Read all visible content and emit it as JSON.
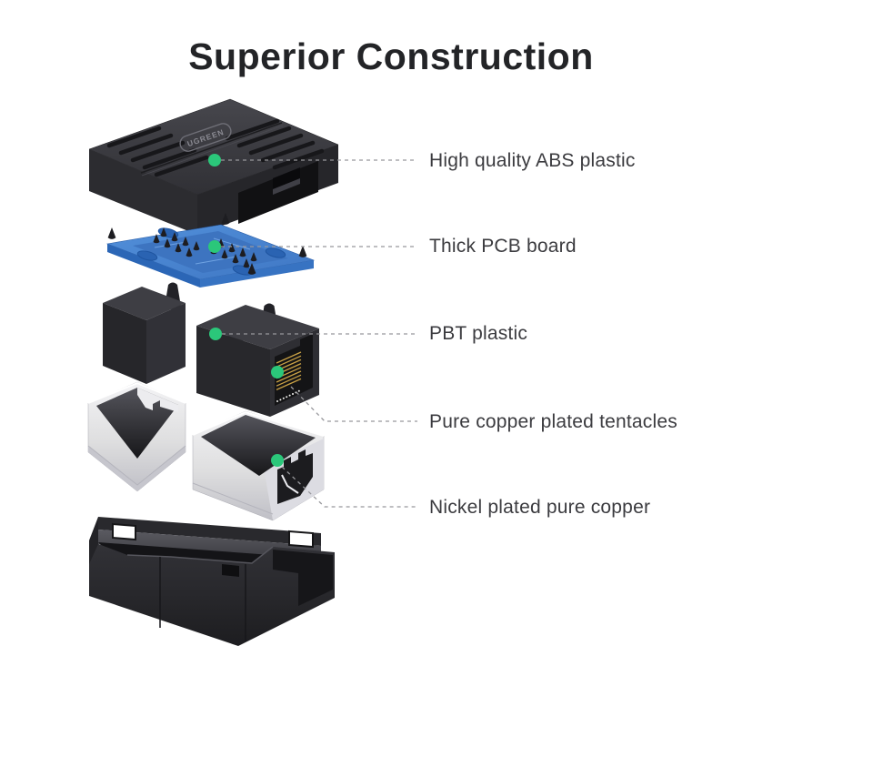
{
  "title": "Superior Construction",
  "product": {
    "logo_text": "UGREEN"
  },
  "callouts": [
    {
      "label": "High quality ABS plastic"
    },
    {
      "label": "Thick PCB board"
    },
    {
      "label": "PBT plastic"
    },
    {
      "label": "Pure copper plated tentacles"
    },
    {
      "label": "Nickel plated pure copper"
    }
  ],
  "colors": {
    "background": "#ffffff",
    "title_text": "#232427",
    "label_text": "#3b3b3f",
    "accent_dot": "#2bc77a",
    "leader_line": "#98989c",
    "pcb_blue": "#4b87d2",
    "contact_gold": "#c9a145",
    "plastic_black": "#2b2b2f",
    "nickel_silver": "#d9d9de"
  }
}
